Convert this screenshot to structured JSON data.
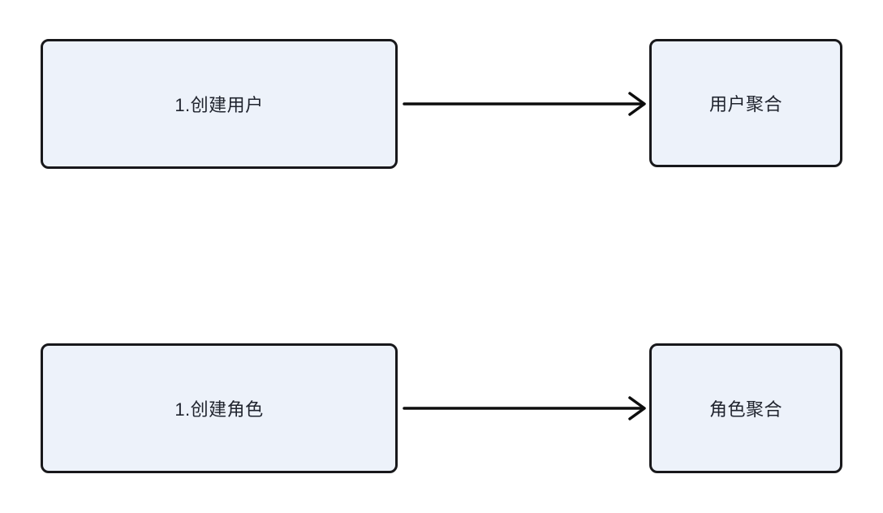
{
  "diagram": {
    "colors": {
      "canvas-bg": "#ffffff",
      "node-fill": "#edf2fa",
      "node-stroke": "#18181b",
      "edge-stroke": "#0d0d0d",
      "text-color": "#20242e"
    },
    "nodes": [
      {
        "id": "create-user",
        "label": "1.创建用户"
      },
      {
        "id": "user-aggregate",
        "label": "用户聚合"
      },
      {
        "id": "create-role",
        "label": "1.创建角色"
      },
      {
        "id": "role-aggregate",
        "label": "角色聚合"
      }
    ],
    "edges": [
      {
        "from": "create-user",
        "to": "user-aggregate",
        "style": "solid-open-arrow"
      },
      {
        "from": "create-role",
        "to": "role-aggregate",
        "style": "solid-open-arrow"
      }
    ]
  }
}
